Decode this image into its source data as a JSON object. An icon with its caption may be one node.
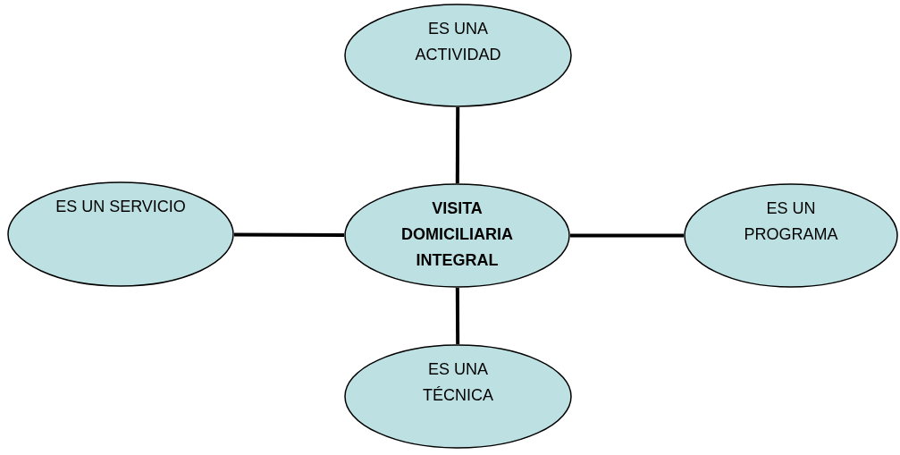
{
  "diagram": {
    "nodes": [
      {
        "text": [
          "ES UNA ACTIVIDAD"
        ]
      },
      {
        "text": [
          "ES UN SERVICIO"
        ]
      },
      {
        "text": [
          "VISITA DOMICILIARIA INTEGRAL"
        ]
      },
      {
        "text": [
          "ES UN PROGRAMA"
        ]
      },
      {
        "text": [
          "ES UNA TÉCNICA"
        ]
      }
    ],
    "edges": [
      {
        "from": 2,
        "to": 0,
        "arrow": "none"
      },
      {
        "from": 2,
        "to": 1,
        "arrow": "none"
      },
      {
        "from": 2,
        "to": 3,
        "arrow": "none"
      },
      {
        "from": 2,
        "to": 4,
        "arrow": "none"
      }
    ]
  }
}
